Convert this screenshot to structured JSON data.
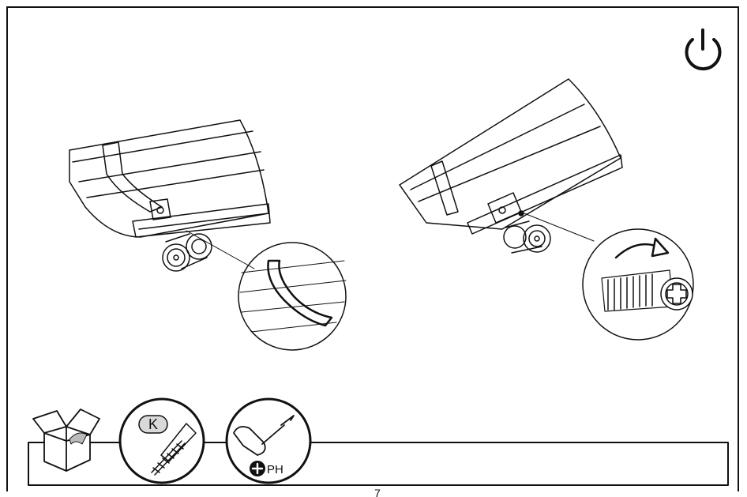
{
  "icons": {
    "power": "power-icon",
    "box": "open-box-icon",
    "screw_tool": "screw-k-icon",
    "screwdriver": "phillips-screwdriver-icon",
    "rotate": "clockwise-arrow-icon"
  },
  "labels": {
    "part_letter": "K",
    "driver_type": "PH",
    "page_number": "7"
  },
  "colors": {
    "line": "#111111",
    "badge_fill": "#d9d9d9"
  }
}
